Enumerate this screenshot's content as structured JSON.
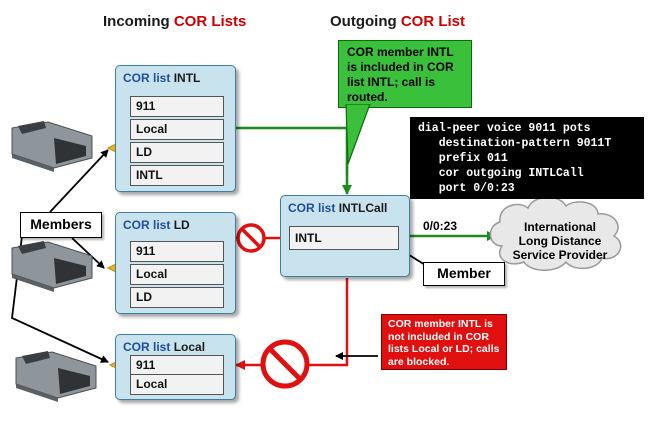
{
  "headings": {
    "incoming_prefix": "Incoming ",
    "incoming_red": "COR Lists",
    "outgoing_prefix": "Outgoing ",
    "outgoing_red": "COR List"
  },
  "cor_prefix": "COR list",
  "incoming_lists": [
    {
      "name": "INTL",
      "members": [
        "911",
        "Local",
        "LD",
        "INTL"
      ]
    },
    {
      "name": "LD",
      "members": [
        "911",
        "Local",
        "LD"
      ]
    },
    {
      "name": "Local",
      "members": [
        "911",
        "Local"
      ]
    }
  ],
  "outgoing_list": {
    "name": "INTLCall",
    "members": [
      "INTL"
    ]
  },
  "labels": {
    "members": "Members",
    "member": "Member",
    "port": "0/0:23"
  },
  "green_callout": "COR member INTL is included in COR list INTL; call is routed.",
  "red_callout": "COR member INTL is not included in COR lists Local or LD; calls are blocked.",
  "code_lines": [
    "dial-peer voice 9011 pots",
    "   destination-pattern 9011T",
    "   prefix 011",
    "   cor outgoing INTLCall",
    "   port 0/0:23"
  ],
  "cloud_lines": [
    "International",
    "Long Distance",
    "Service Provider"
  ],
  "colors": {
    "allowed": "#1e8a1e",
    "blocked": "#e01010",
    "box_fill": "#c9e3ee",
    "member_bracket": "#f3b21a"
  }
}
